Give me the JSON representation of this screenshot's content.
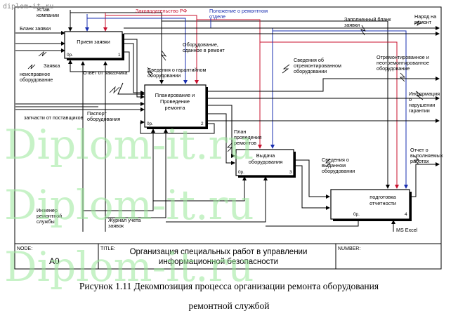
{
  "watermark": {
    "top_left": "diplom-it.ru",
    "big": "Diplom-it.ru"
  },
  "boxes": [
    {
      "name": "Прием заявки",
      "code": "0р.",
      "number": "1"
    },
    {
      "name_lines": [
        "Планирование и",
        "Проведение",
        "ремонта"
      ],
      "code": "0р.",
      "number": "2"
    },
    {
      "name_lines": [
        "Выдача",
        "оборудования"
      ],
      "code": "0р.",
      "number": "3"
    },
    {
      "name_lines": [
        "подготовка",
        "отчетности"
      ],
      "code": "0р.",
      "number": "4"
    }
  ],
  "controls": {
    "ustav": [
      "Устав",
      "компании"
    ],
    "law": "Законодательство РФ",
    "regulation": [
      "Положение о ремонтном",
      "отделе"
    ]
  },
  "inputs": {
    "blank": "Бланк заявки",
    "zayavka": "Заявка",
    "broken": [
      "неисправное",
      "оборудование"
    ],
    "parts": "запчасти от поставщиков"
  },
  "mechanisms": {
    "engineer": [
      "Инженер",
      "ремонтной",
      "службы"
    ],
    "journal": [
      "Журнал учета",
      "заявок"
    ],
    "msexcel": "MS Excel"
  },
  "arrows": {
    "equip_received": [
      "Оборудование,",
      "сданное в ремонт"
    ],
    "customer_answer": "Ответ от заказчика",
    "warranty_info": [
      "Сведения о гарантийном",
      "оборудовании"
    ],
    "passport": [
      "Паспорт",
      "оборудования"
    ],
    "repaired_info": [
      "Сведения об",
      "отремонтированном",
      "оборудовании"
    ],
    "filled_blank": [
      "Заполненный бланк",
      "заявки"
    ],
    "work_order": [
      "Наряд на",
      "ремонт"
    ],
    "repaired_equipment": [
      "Отремонтированное и",
      "неотремонтированное",
      "оборудование"
    ],
    "warranty_violation": [
      "Информация",
      "о",
      "нарушении",
      "гарантии"
    ],
    "plan": [
      "План",
      "проведения",
      "ремонтов"
    ],
    "issued_info": [
      "Сведения о",
      "выданном",
      "оборудовании"
    ],
    "report": [
      "Отчет о",
      "выполняемых",
      "работах"
    ]
  },
  "frame": {
    "node_label": "NODE:",
    "node_value": "A0",
    "title_label": "TITLE:",
    "title_lines": [
      "Организация специальных работ в управлении",
      "информационной  безопасности"
    ],
    "number_label": "NUMBER:"
  },
  "caption": {
    "line1": "Рисунок 1.11 Декомпозиция процесса организации ремонта оборудования",
    "line2": "ремонтной службой"
  },
  "colors": {
    "red": "#c8102e",
    "blue": "#1a2fb0",
    "black": "#000000",
    "watermark": "#9be89b"
  }
}
